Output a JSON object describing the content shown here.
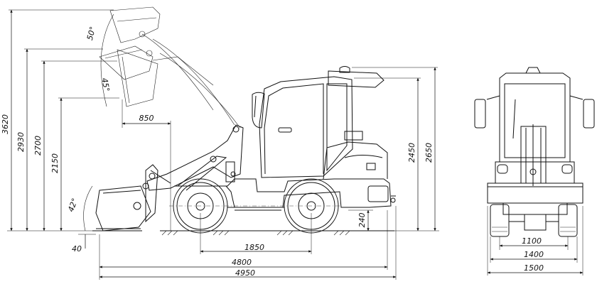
{
  "dimensions": {
    "height_max": "3620",
    "height_2930": "2930",
    "height_2700": "2700",
    "height_2150": "2150",
    "reach": "850",
    "angle_top": "50°",
    "angle_mid": "45°",
    "angle_bucket": "42°",
    "bucket_depth": "40",
    "wheelbase": "1850",
    "length_frame": "4800",
    "length_total": "4950",
    "clearance": "240",
    "cab_height": "2450",
    "overall_height": "2650",
    "track_inner": "1100",
    "track_mid": "1400",
    "width_total": "1500"
  },
  "colors": {
    "line": "#111111",
    "background": "#ffffff"
  }
}
